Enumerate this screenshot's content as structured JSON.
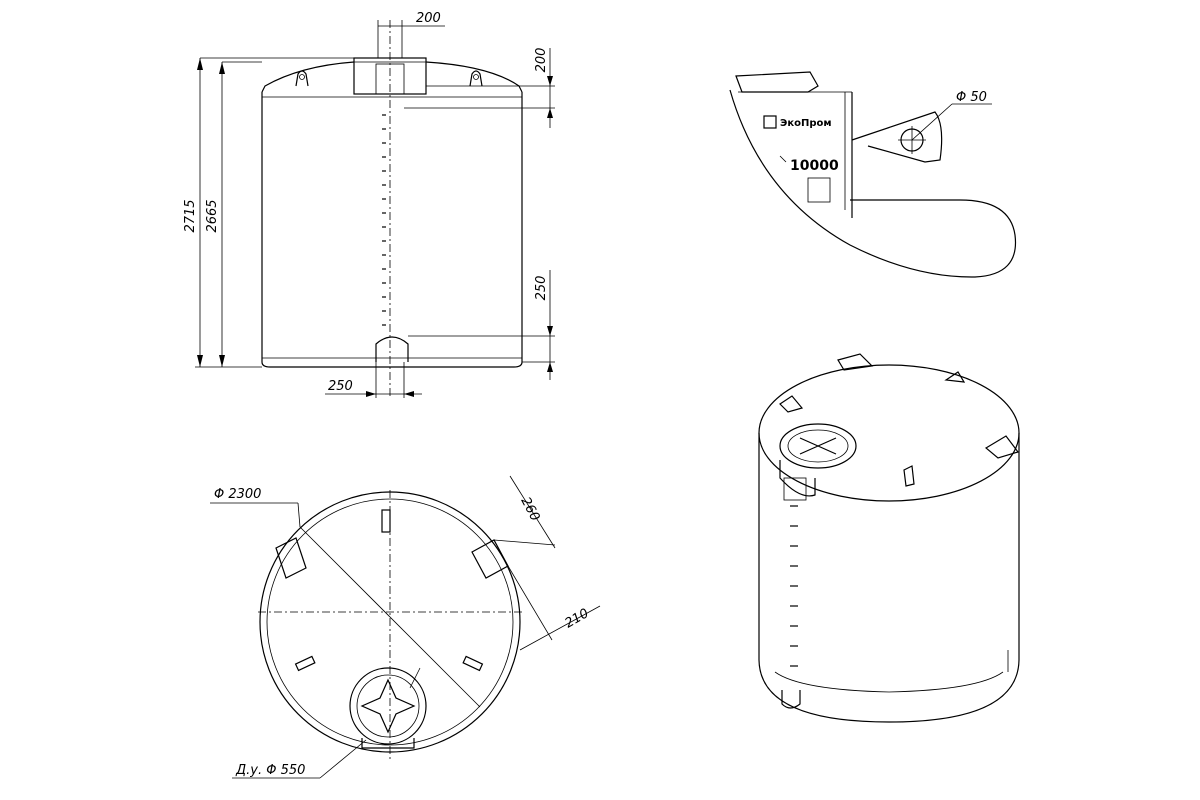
{
  "front_view": {
    "dim_height_total": "2715",
    "dim_height_body": "2665",
    "dim_neck_width": "200",
    "dim_neck_height": "200",
    "dim_outlet_height": "250",
    "dim_outlet_width": "250"
  },
  "detail_view": {
    "brand": "ЭкоПром",
    "model": "10000",
    "dim_eye_hole": "Φ 50"
  },
  "top_view": {
    "dim_diameter": "Φ 2300",
    "dim_lug_length": "260",
    "dim_lug_offset": "210",
    "dim_manhole": "Д.у. Φ 550"
  }
}
